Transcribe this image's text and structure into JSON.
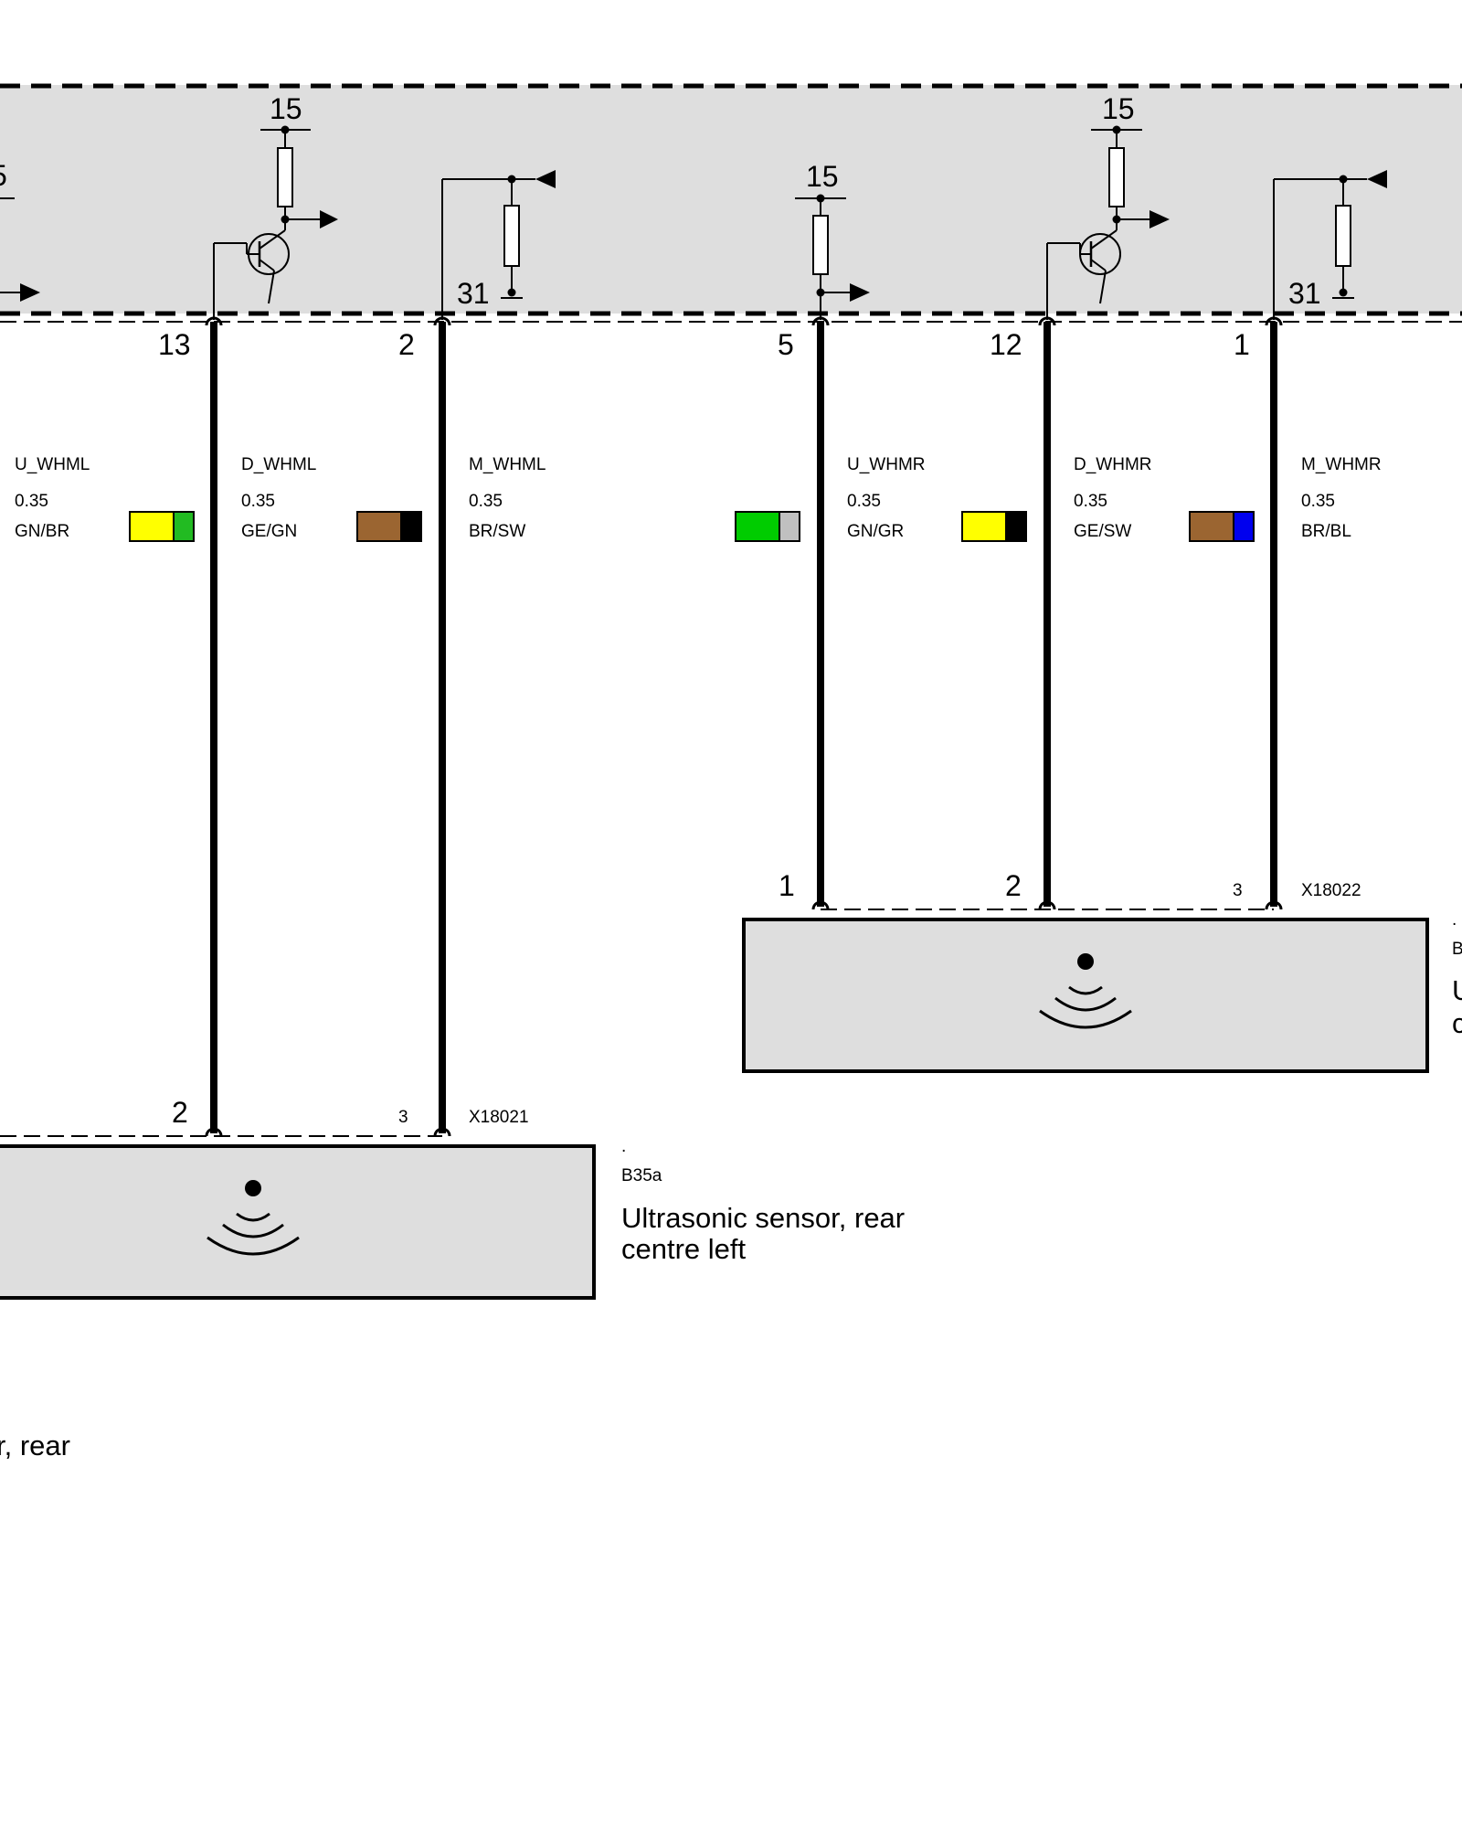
{
  "module": {
    "left_supply_partial": "5",
    "transistor_left_supply": "15",
    "transistor_right_supply": "15",
    "resistor_right_supply": "15",
    "ground_left": "31",
    "ground_right": "31"
  },
  "wires": [
    {
      "module_pin": "13",
      "name": "U_WHML",
      "gauge": "0.35",
      "color_code": "GN/BR",
      "colors": [
        "#ffff00",
        "#22bb22"
      ]
    },
    {
      "module_pin": "2",
      "name": "D_WHML",
      "gauge": "0.35",
      "color_code": "GE/GN",
      "colors": [
        "#9b6531",
        "#000000"
      ]
    },
    {
      "module_pin": "",
      "name": "M_WHML",
      "gauge": "0.35",
      "color_code": "BR/SW",
      "colors": []
    },
    {
      "module_pin": "5",
      "name": "U_WHMR",
      "gauge": "0.35",
      "color_code": "GN/GR",
      "colors": [
        "#00cc00",
        "#c0c0c0"
      ]
    },
    {
      "module_pin": "12",
      "name": "D_WHMR",
      "gauge": "0.35",
      "color_code": "GE/SW",
      "colors": [
        "#ffff00",
        "#000000"
      ]
    },
    {
      "module_pin": "1",
      "name": "M_WHMR",
      "gauge": "0.35",
      "color_code": "BR/BL",
      "colors": [
        "#9b6531",
        "#0000ee"
      ]
    }
  ],
  "sensor_left": {
    "pin_a": "2",
    "pin_b": "3",
    "connector": "X18021",
    "dot": ".",
    "ref": "B35a",
    "title_line1": "Ultrasonic sensor, rear",
    "title_line2": "centre left"
  },
  "sensor_right": {
    "pin_a": "1",
    "pin_b": "2",
    "pin_c": "3",
    "connector": "X18022",
    "dot": ".",
    "ref_partial": "B",
    "title_partial1": "U",
    "title_partial2": "c"
  },
  "offscreen_label_partial": "r, rear",
  "colors": {
    "module_fill": "#dedede",
    "sensor_fill": "#dedede",
    "wire": "#000000"
  }
}
